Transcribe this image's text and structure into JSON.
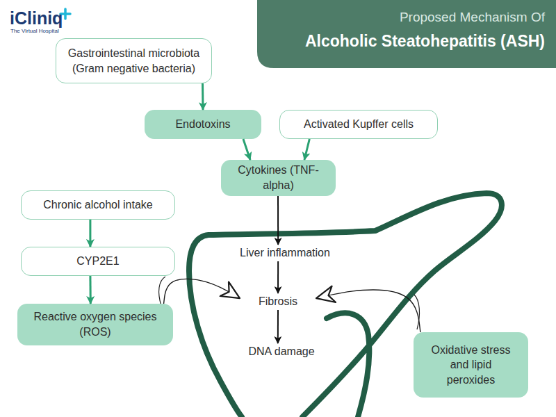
{
  "diagram": {
    "title": "Alcoholic Steatohepatitis (ASH)",
    "nodes": [
      {
        "text": [
          "Gastrointestinal microbiota (Gram negative bacteria)"
        ]
      },
      {
        "text": [
          "Endotoxins"
        ]
      },
      {
        "text": [
          "Activated Kupffer cells"
        ]
      },
      {
        "text": [
          "Cytokines (TNF-alpha)"
        ]
      },
      {
        "text": [
          "Chronic alcohol intake"
        ]
      },
      {
        "text": [
          "CYP2E1"
        ]
      },
      {
        "text": [
          "Reactive oxygen species (ROS)"
        ]
      },
      {
        "text": [
          "Liver inflammation"
        ]
      },
      {
        "text": [
          "Fibrosis"
        ]
      },
      {
        "text": [
          "DNA damage"
        ]
      },
      {
        "text": [
          "Oxidative stress and lipid peroxides"
        ]
      }
    ],
    "edges": [
      {
        "from": 0,
        "to": 1,
        "arrow": "to"
      },
      {
        "from": 1,
        "to": 3,
        "arrow": "to"
      },
      {
        "from": 2,
        "to": 3,
        "arrow": "to"
      },
      {
        "from": 3,
        "to": 7,
        "arrow": "to"
      },
      {
        "from": 4,
        "to": 5,
        "arrow": "to"
      },
      {
        "from": 5,
        "to": 6,
        "arrow": "to"
      },
      {
        "from": 7,
        "to": 8,
        "arrow": "to"
      },
      {
        "from": 8,
        "to": 9,
        "arrow": "to"
      },
      {
        "from": 6,
        "to": 8,
        "arrow": "to"
      },
      {
        "from": 10,
        "to": 8,
        "arrow": "to"
      }
    ],
    "labels": [
      "iCliniq",
      "The Virtual Hospital",
      "Proposed Mechanism Of"
    ]
  }
}
